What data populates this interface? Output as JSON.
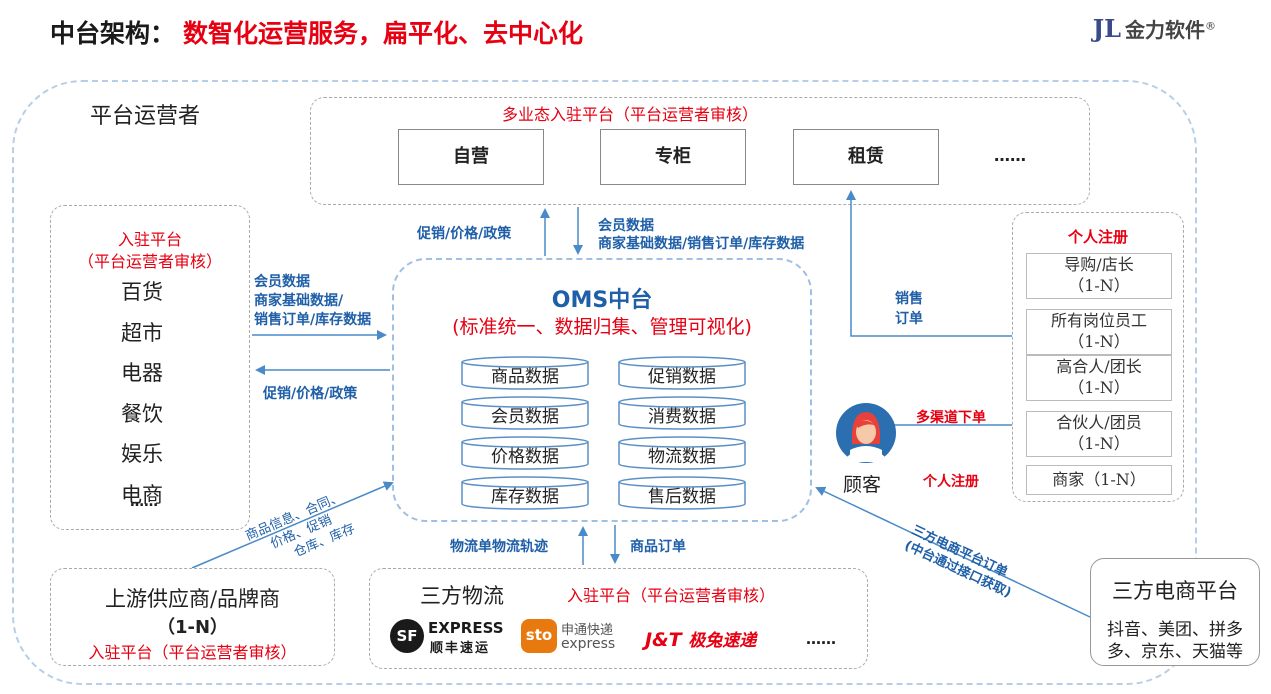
{
  "header": {
    "title_prefix": "中台架构：",
    "title_highlight": "数智化运营服务，扁平化、去中心化",
    "logo_mark": "JL",
    "logo_text": "金力软件",
    "logo_reg": "®"
  },
  "operator_label": "平台运营者",
  "top_platform": {
    "title": "多业态入驻平台（平台运营者审核）",
    "items": [
      "自营",
      "专柜",
      "租赁",
      "……"
    ]
  },
  "left_platform": {
    "title": "入驻平台",
    "subtitle": "（平台运营者审核）",
    "items": [
      "百货",
      "超市",
      "电器",
      "餐饮",
      "娱乐",
      "电商"
    ],
    "more": "……"
  },
  "oms": {
    "title": "OMS中台",
    "subtitle": "(标准统一、数据归集、管理可视化)",
    "data_left": [
      "商品数据",
      "会员数据",
      "价格数据",
      "库存数据"
    ],
    "data_right": [
      "促销数据",
      "消费数据",
      "物流数据",
      "售后数据"
    ]
  },
  "arrows": {
    "top_up": "促销/价格/政策",
    "top_down_line1": "会员数据",
    "top_down_line2": "商家基础数据/销售订单/库存数据",
    "left_in_line1": "会员数据",
    "left_in_line2": "商家基础数据/",
    "left_in_line3": "销售订单/库存数据",
    "left_out": "促销/价格/政策",
    "right_sales_line1": "销售",
    "right_sales_line2": "订单",
    "multi_channel": "多渠道下单",
    "bottom_up": "物流单物流轨迹",
    "bottom_down": "商品订单",
    "supplier_line1": "商品信息、合同、",
    "supplier_line2": "价格、促销",
    "supplier_line3": "仓库、库存",
    "ecom_line1": "三方电商平台订单",
    "ecom_line2": "(中台通过接口获取)"
  },
  "customer": {
    "label": "顾客",
    "register": "个人注册"
  },
  "personal": {
    "title": "个人注册",
    "items": [
      {
        "name": "导购/店长",
        "count": "（1-N）"
      },
      {
        "name": "所有岗位员工",
        "count": "（1-N）"
      },
      {
        "name": "高合人/团长",
        "count": "（1-N）"
      },
      {
        "name": "合伙人/团员",
        "count": "（1-N）"
      },
      {
        "name": "商家（1-N）",
        "count": ""
      }
    ]
  },
  "supplier": {
    "title": "上游供应商/品牌商",
    "count": "（1-N）",
    "note": "入驻平台（平台运营者审核）"
  },
  "logistics": {
    "title": "三方物流",
    "note": "入驻平台（平台运营者审核）",
    "sf_mark": "SF",
    "sf_line1": "EXPRESS",
    "sf_line2": "顺丰速运",
    "sto_mark": "sto",
    "sto_line1": "申通快递",
    "sto_line2": "express",
    "jt_mark": "J&T",
    "jt_text": "极兔速递",
    "more": "……"
  },
  "ecommerce": {
    "title": "三方电商平台",
    "line1": "抖音、美团、拼多",
    "line2": "多、京东、天猫等"
  },
  "colors": {
    "accent_red": "#e60012",
    "accent_blue": "#1f5fa8",
    "arrow_blue": "#4a8ac8"
  }
}
